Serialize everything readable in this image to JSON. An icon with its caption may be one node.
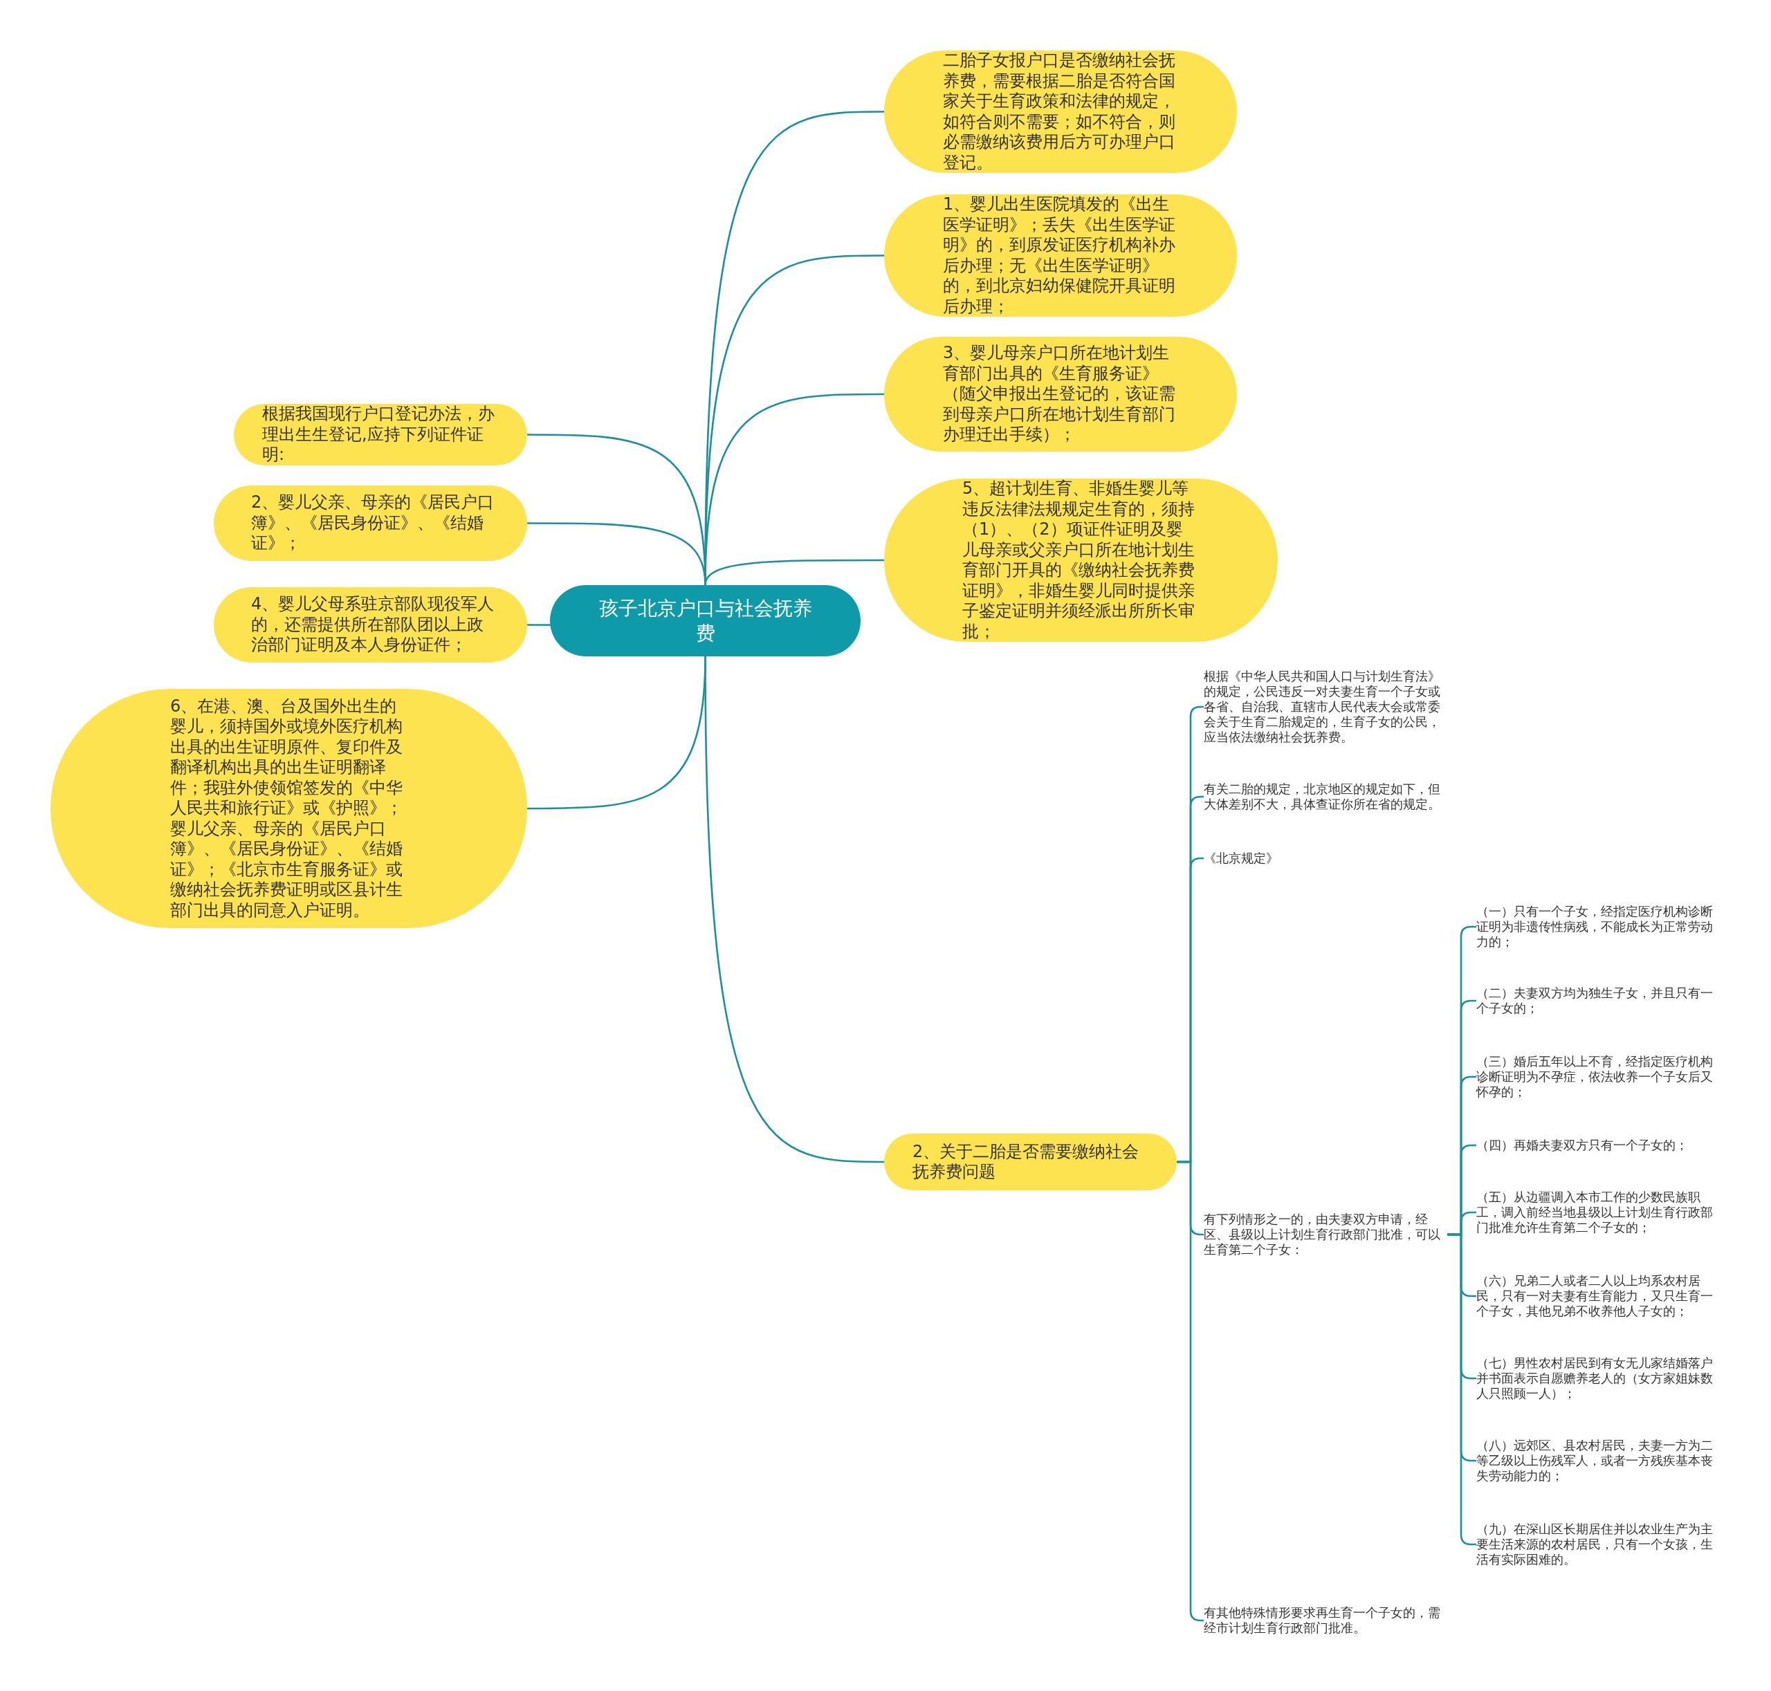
{
  "diagram": {
    "nodes": [
      {
        "text": [
          "孩子北京户口与社会抚养费"
        ]
      },
      {
        "text": [
          "二胎子女报户口是否缴纳社会抚养费，需要根据二胎是否符合国家关于生育政策和法律的规定，如符合则不需要；如不符合，则必需缴纳该费用后方可办理户口登记。"
        ]
      },
      {
        "text": [
          "1、婴儿出生医院填发的《出生医学证明》；丢失《出生医学证明》的，到原发证医疗机构补办后办理；无《出生医学证明》的，到北京妇幼保健院开具证明后办理；"
        ]
      },
      {
        "text": [
          "3、婴儿母亲户口所在地计划生育部门出具的《生育服务证》（随父申报出生登记的，该证需到母亲户口所在地计划生育部门办理迁出手续）；"
        ]
      },
      {
        "text": [
          "5、超计划生育、非婚生婴儿等违反法律法规规定生育的，须持（1）、（2）项证件证明及婴儿母亲或父亲户口所在地计划生育部门开具的《缴纳社会抚养费证明》，非婚生婴儿同时提供亲子鉴定证明并须经派出所所长审批；"
        ]
      },
      {
        "text": [
          "根据我国现行户口登记办法，办理出生生登记,应持下列证件证明:"
        ]
      },
      {
        "text": [
          "2、婴儿父亲、母亲的《居民户口簿》、《居民身份证》、《结婚证》；"
        ]
      },
      {
        "text": [
          "4、婴儿父母系驻京部队现役军人的，还需提供所在部队团以上政治部门证明及本人身份证件；"
        ]
      },
      {
        "text": [
          "6、在港、澳、台及国外出生的婴儿，须持国外或境外医疗机构出具的出生证明原件、复印件及翻译机构出具的出生证明翻译件；我驻外使领馆签发的《中华人民共和旅行证》或《护照》；婴儿父亲、母亲的《居民户口簿》、《居民身份证》、《结婚证》；《北京市生育服务证》或缴纳社会抚养费证明或区县计生部门出具的同意入户证明。"
        ]
      },
      {
        "text": [
          "2、关于二胎是否需要缴纳社会抚养费问题"
        ]
      },
      {
        "text": [
          "根据《中华人民共和国人口与计划生育法》的规定，公民违反一对夫妻生育一个子女或各省、自治我、直辖市人民代表大会或常委会关于生育二胎规定的，生育子女的公民，应当依法缴纳社会抚养费。"
        ]
      },
      {
        "text": [
          "有关二胎的规定，北京地区的规定如下，但大体差别不大，具体查证你所在省的规定。"
        ]
      },
      {
        "text": [
          "《北京规定》"
        ]
      },
      {
        "text": [
          "有下列情形之一的，由夫妻双方申请，经区、县级以上计划生育行政部门批准，可以生育第二个子女："
        ]
      },
      {
        "text": [
          "（一）只有一个子女，经指定医疗机构诊断证明为非遗传性病残，不能成长为正常劳动力的；"
        ]
      },
      {
        "text": [
          "（二）夫妻双方均为独生子女，并且只有一个子女的；"
        ]
      },
      {
        "text": [
          "（三）婚后五年以上不育，经指定医疗机构诊断证明为不孕症，依法收养一个子女后又怀孕的；"
        ]
      },
      {
        "text": [
          "（四）再婚夫妻双方只有一个子女的；"
        ]
      },
      {
        "text": [
          "（五）从边疆调入本市工作的少数民族职工，调入前经当地县级以上计划生育行政部门批准允许生育第二个子女的；"
        ]
      },
      {
        "text": [
          "（六）兄弟二人或者二人以上均系农村居民，只有一对夫妻有生育能力，又只生育一个子女，其他兄弟不收养他人子女的；"
        ]
      },
      {
        "text": [
          "（七）男性农村居民到有女无儿家结婚落户并书面表示自愿赡养老人的（女方家姐妹数人只照顾一人）；"
        ]
      },
      {
        "text": [
          "（八）远郊区、县农村居民，夫妻一方为二等乙级以上伤残军人，或者一方残疾基本丧失劳动能力的；"
        ]
      },
      {
        "text": [
          "（九）在深山区长期居住并以农业生产为主要生活来源的农村居民，只有一个女孩，生活有实际困难的。"
        ]
      },
      {
        "text": [
          "有其他特殊情形要求再生育一个子女的，需经市计划生育行政部门批准。"
        ]
      }
    ],
    "edges": [
      {
        "from": 0,
        "to": 1,
        "arrow": "none"
      },
      {
        "from": 0,
        "to": 2,
        "arrow": "none"
      },
      {
        "from": 0,
        "to": 3,
        "arrow": "none"
      },
      {
        "from": 0,
        "to": 4,
        "arrow": "none"
      },
      {
        "from": 0,
        "to": 5,
        "arrow": "none"
      },
      {
        "from": 0,
        "to": 6,
        "arrow": "none"
      },
      {
        "from": 0,
        "to": 7,
        "arrow": "none"
      },
      {
        "from": 0,
        "to": 8,
        "arrow": "none"
      },
      {
        "from": 0,
        "to": 9,
        "arrow": "none"
      },
      {
        "from": 9,
        "to": 10,
        "arrow": "none"
      },
      {
        "from": 9,
        "to": 11,
        "arrow": "none"
      },
      {
        "from": 9,
        "to": 12,
        "arrow": "none"
      },
      {
        "from": 9,
        "to": 13,
        "arrow": "none"
      },
      {
        "from": 9,
        "to": 23,
        "arrow": "none"
      },
      {
        "from": 13,
        "to": 14,
        "arrow": "none"
      },
      {
        "from": 13,
        "to": 15,
        "arrow": "none"
      },
      {
        "from": 13,
        "to": 16,
        "arrow": "none"
      },
      {
        "from": 13,
        "to": 17,
        "arrow": "none"
      },
      {
        "from": 13,
        "to": 18,
        "arrow": "none"
      },
      {
        "from": 13,
        "to": 19,
        "arrow": "none"
      },
      {
        "from": 13,
        "to": 20,
        "arrow": "none"
      },
      {
        "from": 13,
        "to": 21,
        "arrow": "none"
      },
      {
        "from": 13,
        "to": 22,
        "arrow": "none"
      }
    ]
  }
}
